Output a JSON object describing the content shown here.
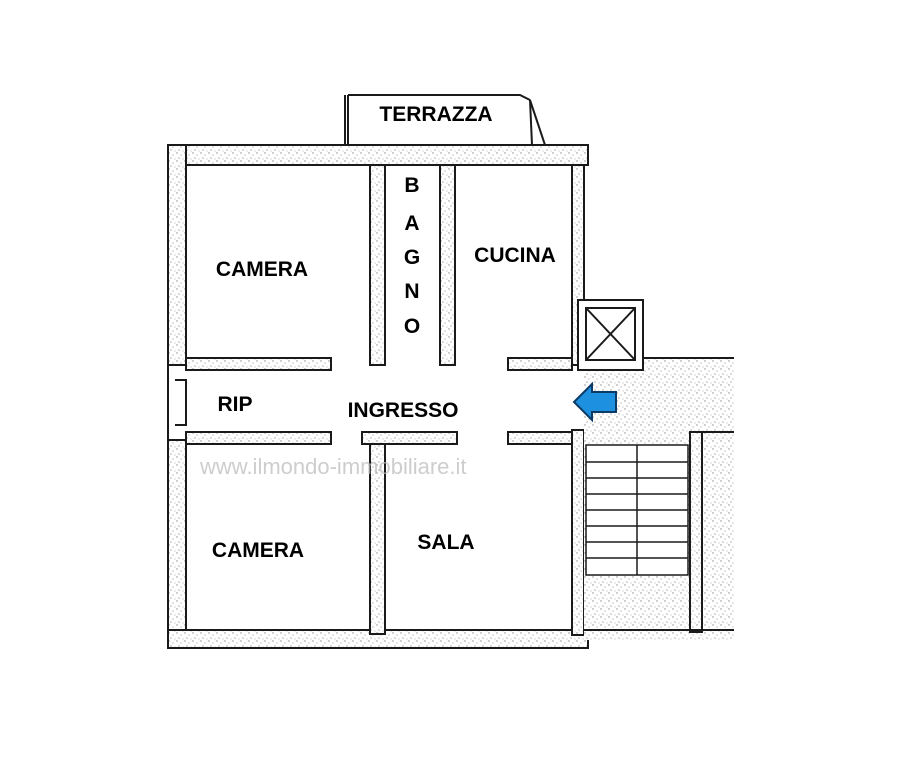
{
  "floorplan": {
    "rooms": {
      "terrazza": "TERRAZZA",
      "bagno_letters": [
        "B",
        "A",
        "G",
        "N",
        "O"
      ],
      "cucina": "CUCINA",
      "camera_top": "CAMERA",
      "rip": "RIP",
      "ingresso": "INGRESSO",
      "camera_bottom": "CAMERA",
      "sala": "SALA"
    },
    "watermark": "www.ilmondo-immobiliare.it",
    "colors": {
      "wall": "#1a1a1a",
      "speckle": "#9a9a9a",
      "entrance_arrow": "#1e90e0",
      "watermark": "#bdbdbd"
    },
    "icons": {
      "entrance": "entrance-arrow-icon",
      "shaft": "elevator-shaft-icon",
      "stairs": "staircase-icon"
    }
  }
}
